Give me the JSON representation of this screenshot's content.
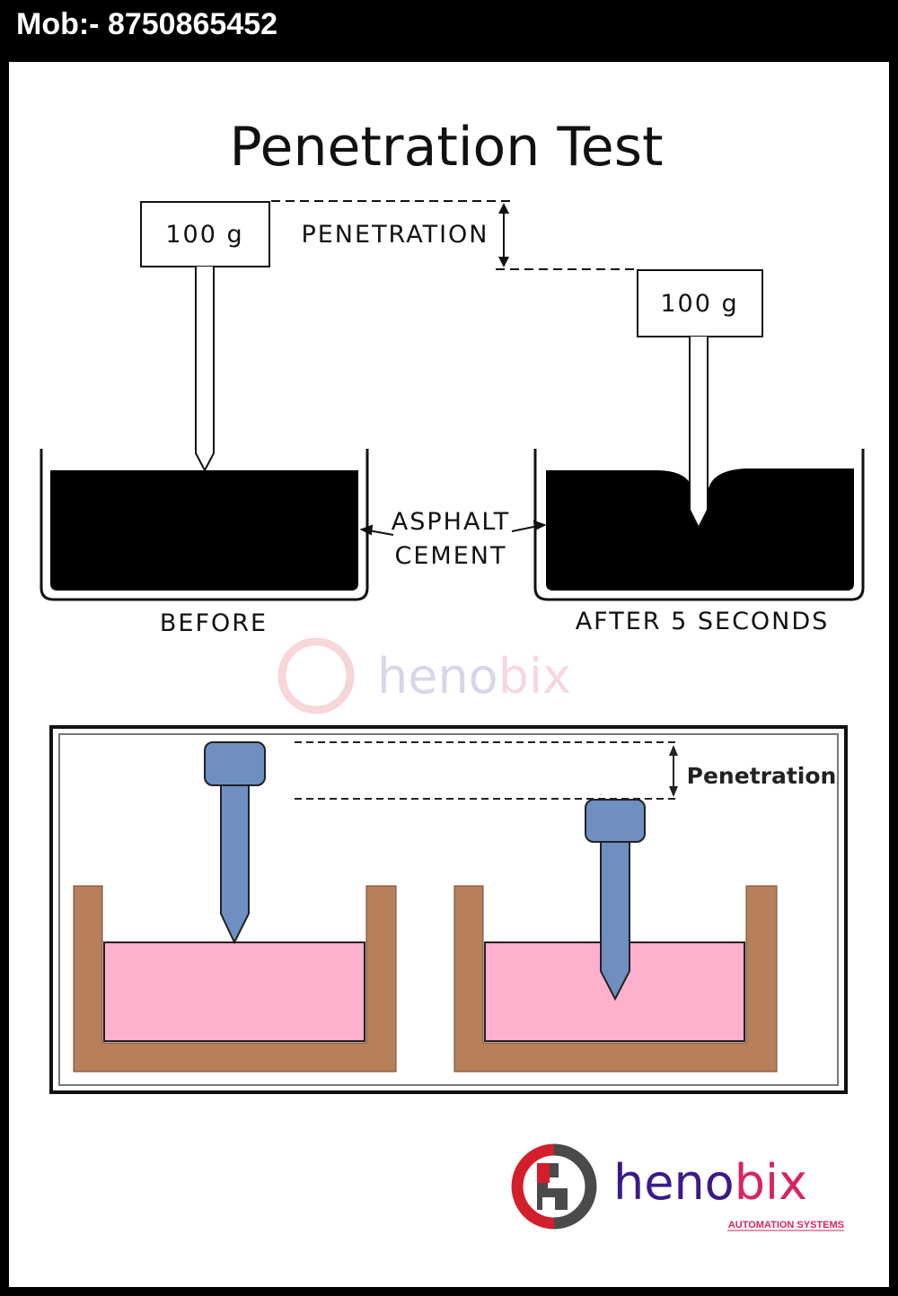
{
  "header": {
    "mobile": "Mob:- 8750865452"
  },
  "diagram1": {
    "title": "Penetration Test",
    "weight_before": "100 g",
    "weight_after": "100 g",
    "penetration_label": "PENETRATION",
    "material_line1": "ASPHALT",
    "material_line2": "CEMENT",
    "before_label": "BEFORE",
    "after_label": "AFTER 5 SECONDS"
  },
  "diagram2": {
    "penetration_label": "Penetration"
  },
  "logo": {
    "name_part1": "heno",
    "name_part2": "bix",
    "tagline": "AUTOMATION SYSTEMS"
  },
  "colors": {
    "pink": "#ffb0cc",
    "brown": "#b8805a",
    "needle": "#6e8fbf",
    "logo_red": "#d21f2b",
    "logo_purple": "#3a1a8a",
    "logo_pink": "#d8245f"
  }
}
